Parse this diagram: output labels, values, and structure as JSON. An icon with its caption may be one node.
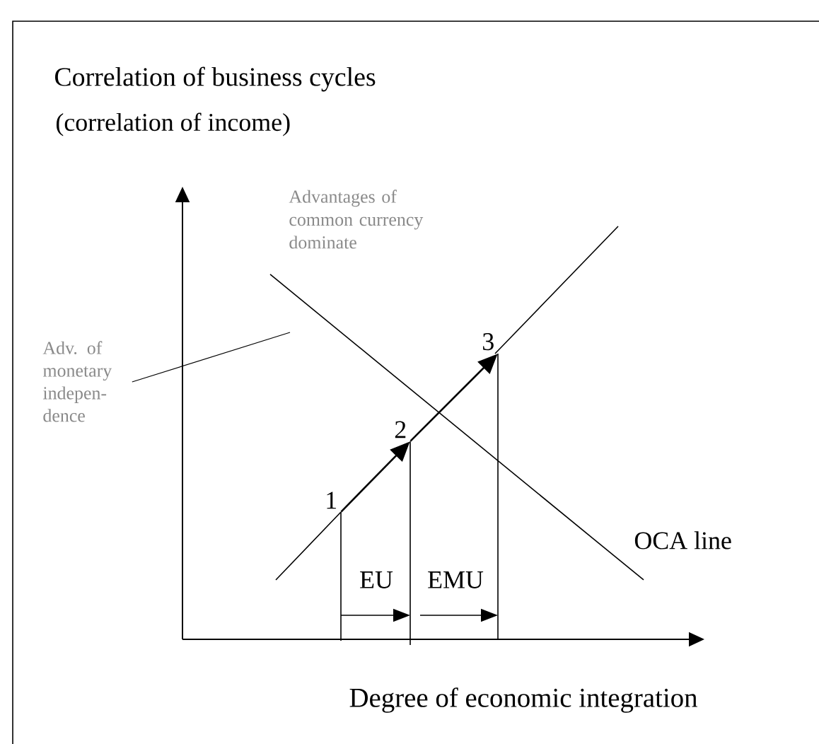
{
  "diagram": {
    "nodes": [
      {
        "text": [
          "1"
        ]
      },
      {
        "text": [
          "2"
        ]
      },
      {
        "text": [
          "3"
        ]
      },
      {
        "text": [
          "Adv. of monetary indepen-dence"
        ]
      }
    ],
    "edges": [
      {
        "from": 0,
        "to": 1,
        "arrow": "to"
      },
      {
        "from": 1,
        "to": 2,
        "arrow": "to"
      },
      {
        "from": 3,
        "to": null,
        "arrow": "none"
      }
    ],
    "labels": [
      "Correlation of business cycles",
      "(correlation of income)",
      "Advantages of common currency dominate",
      "EU",
      "EMU",
      "OCA line",
      "Degree of economic integration"
    ]
  }
}
